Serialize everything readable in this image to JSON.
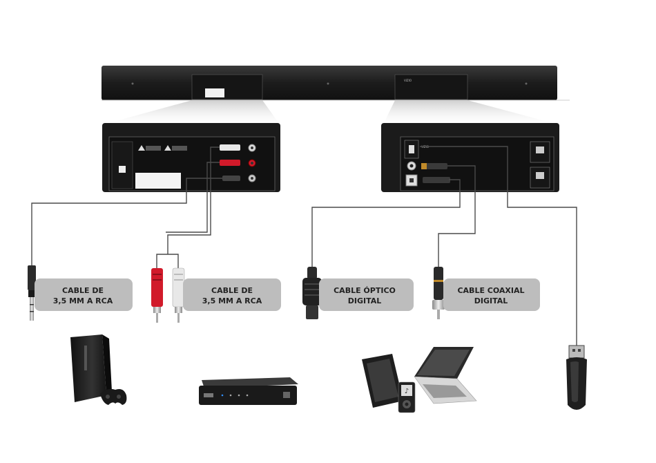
{
  "cables": [
    {
      "label_line1": "CABLE DE",
      "label_line2": "3,5 MM A RCA"
    },
    {
      "label_line1": "CABLE DE",
      "label_line2": "3,5 MM A RCA"
    },
    {
      "label_line1": "CABLE ÓPTICO",
      "label_line2": "DIGITAL"
    },
    {
      "label_line1": "CABLE COAXIAL",
      "label_line2": "DIGITAL"
    }
  ],
  "soundbar": {
    "brand": "VIZIO"
  },
  "devices": [
    {
      "icon": "game-console-icon"
    },
    {
      "icon": "set-top-box-icon"
    },
    {
      "icon": "tablet-laptop-mp3-icon"
    },
    {
      "icon": "usb-drive-icon"
    }
  ],
  "colors": {
    "panel": "#1e1e1e",
    "label_box": "#bdbdbd",
    "rca_red": "#d11a2a",
    "rca_white": "#e8e8e8",
    "cable": "#4a4a4a"
  }
}
